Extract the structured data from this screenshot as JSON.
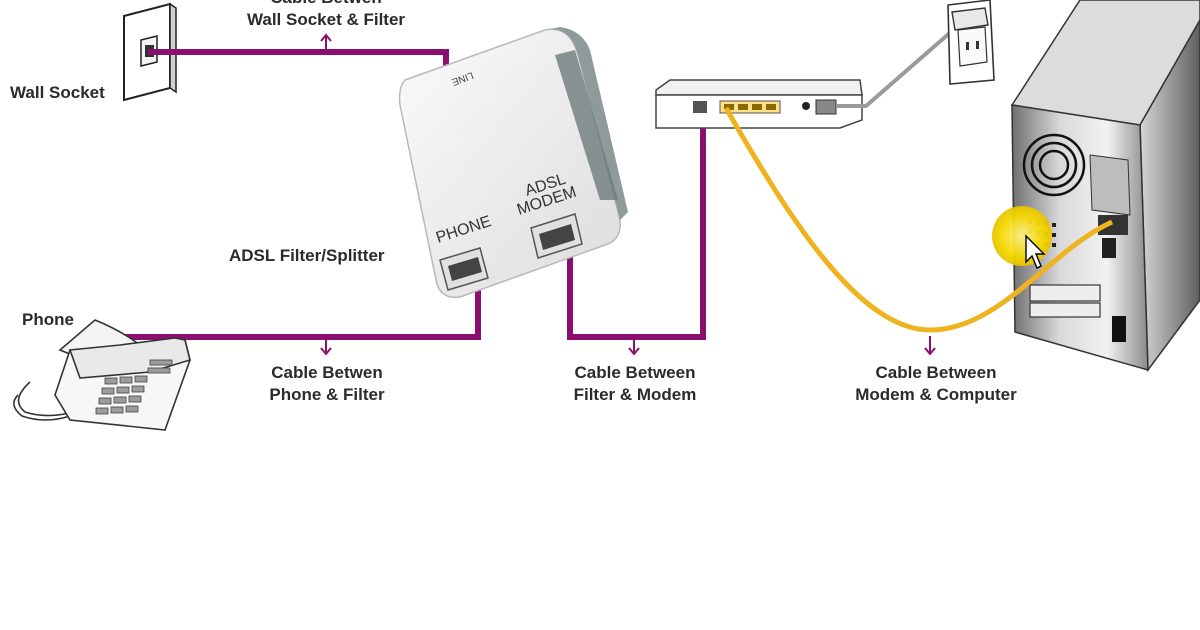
{
  "labels": {
    "wall_socket": "Wall Socket",
    "phone": "Phone",
    "filter": "ADSL Filter/Splitter",
    "cable_wall_filter": [
      "Cable Betwen",
      "Wall Socket & Filter"
    ],
    "cable_phone_filter": [
      "Cable Betwen",
      "Phone & Filter"
    ],
    "cable_filter_modem": [
      "Cable Between",
      "Filter & Modem"
    ],
    "cable_modem_computer": [
      "Cable Between",
      "Modem & Computer"
    ]
  },
  "splitter_ports": {
    "line": "LINE",
    "phone": "PHONE",
    "adsl_line1": "ADSL",
    "adsl_line2": "MODEM"
  },
  "colors": {
    "phone_cable": "#8b0f6e",
    "ethernet_cable": "#f0b320",
    "power_cable": "#9a9a9a",
    "cursor_highlight": "#f5d800"
  },
  "icons": [
    "wall-socket-icon",
    "adsl-splitter-icon",
    "telephone-icon",
    "modem-router-icon",
    "power-outlet-icon",
    "computer-tower-icon",
    "mouse-cursor-icon"
  ]
}
